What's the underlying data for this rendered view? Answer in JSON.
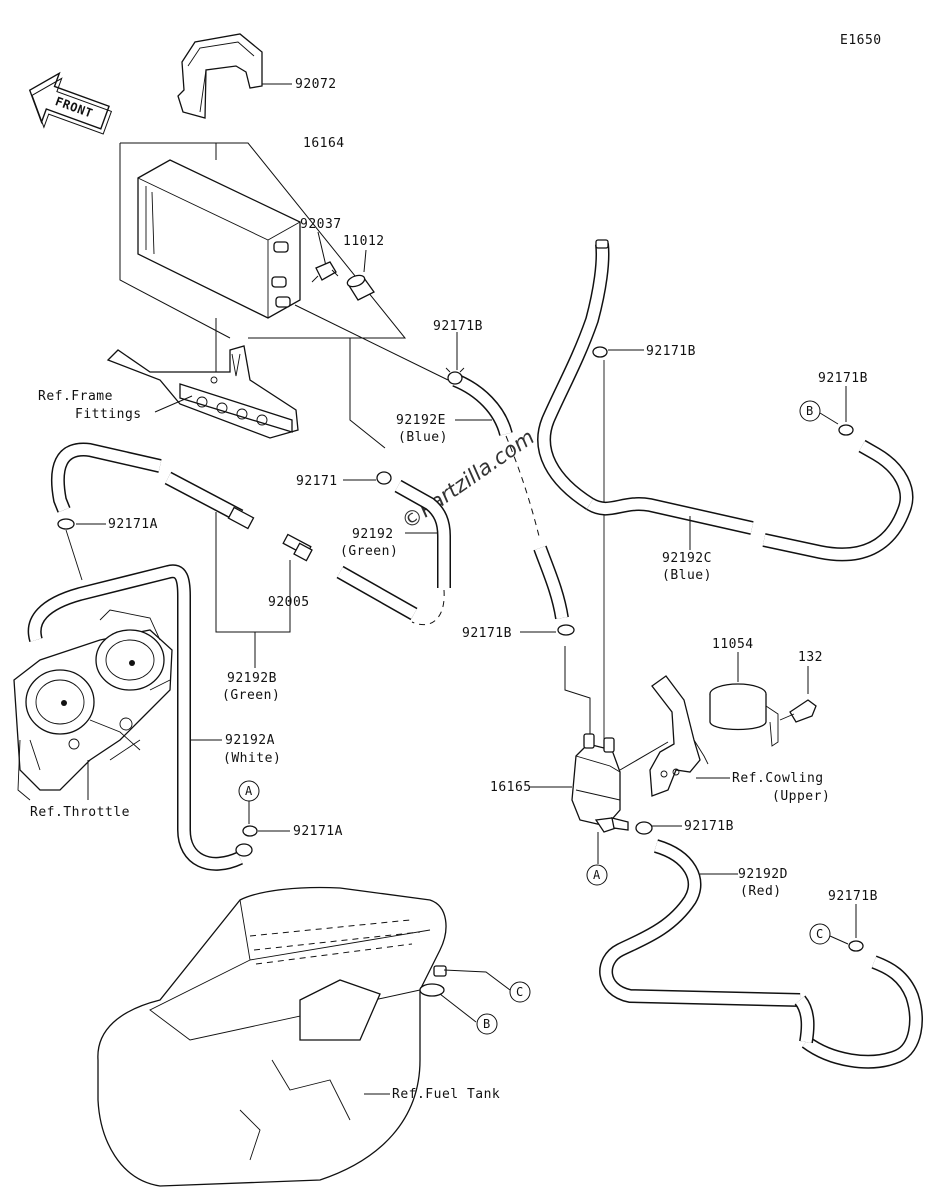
{
  "diagram": {
    "code": "E1650",
    "front_label": "FRONT",
    "watermark": "©Partzilla.com",
    "parts": {
      "p92072": "92072",
      "p16164": "16164",
      "p92037": "92037",
      "p11012": "11012",
      "p92171B_a": "92171B",
      "p92171B_b": "92171B",
      "p92171B_c": "92171B",
      "p92171B_d": "92171B",
      "p92171B_e": "92171B",
      "p92171B_f": "92171B",
      "p92192E": "92192E",
      "p92192E_color": "(Blue)",
      "p92171": "92171",
      "p92192_green": "92192",
      "p92192_green_color": "(Green)",
      "p92171A_a": "92171A",
      "p92171A_b": "92171A",
      "p92005": "92005",
      "p92192B": "92192B",
      "p92192B_color": "(Green)",
      "p92192A": "92192A",
      "p92192A_color": "(White)",
      "p92192C": "92192C",
      "p92192C_color": "(Blue)",
      "p11054": "11054",
      "p132": "132",
      "p16165": "16165",
      "p92192D": "92192D",
      "p92192D_color": "(Red)"
    },
    "refs": {
      "frame_1": "Ref.Frame",
      "frame_2": "Fittings",
      "throttle": "Ref.Throttle",
      "cowling_1": "Ref.Cowling",
      "cowling_2": "(Upper)",
      "fuel_tank": "Ref.Fuel Tank"
    },
    "markers": {
      "A": "A",
      "B": "B",
      "C": "C"
    }
  }
}
